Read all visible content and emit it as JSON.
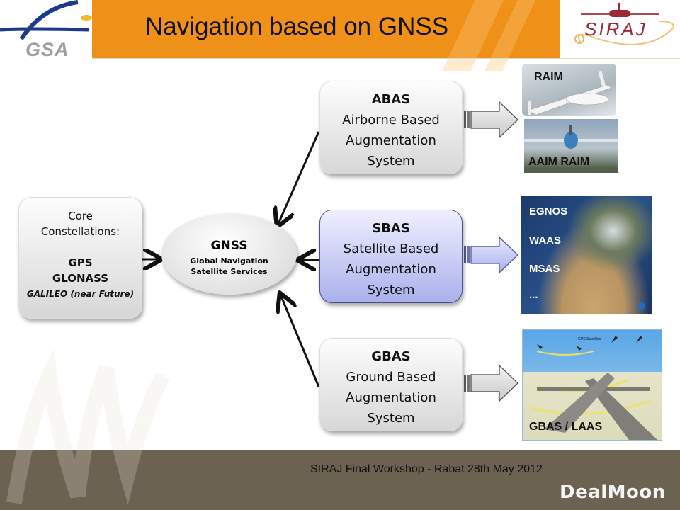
{
  "header": {
    "title": "Navigation based on GNSS",
    "left_logo": {
      "text": "GSA",
      "icon": "gsa-logo-icon"
    },
    "right_logo": {
      "text": "SIRAJ",
      "icon": "siraj-airplane-logo-icon"
    },
    "band_color": "#ef9019"
  },
  "diagram": {
    "core": {
      "line1": "Core",
      "line2": "Constellations:",
      "line3": "GPS",
      "line4": "GLONASS",
      "line5": "GALILEO (near Future)"
    },
    "gnss": {
      "title": "GNSS",
      "subtitle1": "Global Navigation",
      "subtitle2": "Satellite Services"
    },
    "augmentation": [
      {
        "id": "abas",
        "acronym": "ABAS",
        "line1": "Airborne Based",
        "line2": "Augmentation",
        "line3": "System",
        "style": "grey"
      },
      {
        "id": "sbas",
        "acronym": "SBAS",
        "line1": "Satellite Based",
        "line2": "Augmentation",
        "line3": "System",
        "style": "blue"
      },
      {
        "id": "gbas",
        "acronym": "GBAS",
        "line1": "Ground Based",
        "line2": "Augmentation",
        "line3": "System",
        "style": "grey"
      }
    ],
    "images": {
      "abas_top": {
        "label": "RAIM",
        "icon": "light-aircraft-photo"
      },
      "abas_bottom": {
        "label": "AAIM  RAIM",
        "icon": "airliner-photo"
      },
      "sbas": {
        "labels": [
          "EGNOS",
          "WAAS",
          "MSAS",
          "..."
        ],
        "icon": "europe-satellite-map"
      },
      "gbas": {
        "label": "GBAS / LAAS",
        "caption": "GPS Satellites",
        "icon": "gbas-airport-diagram"
      }
    },
    "colors": {
      "sbas_fill": "#aab0ec",
      "sbas_border": "#4a4f8a",
      "arrow": "#111111"
    }
  },
  "footer": {
    "text": "SIRAJ  Final Workshop -  Rabat 28th May 2012",
    "brand": "DealMoon",
    "color": "#6c6252"
  }
}
